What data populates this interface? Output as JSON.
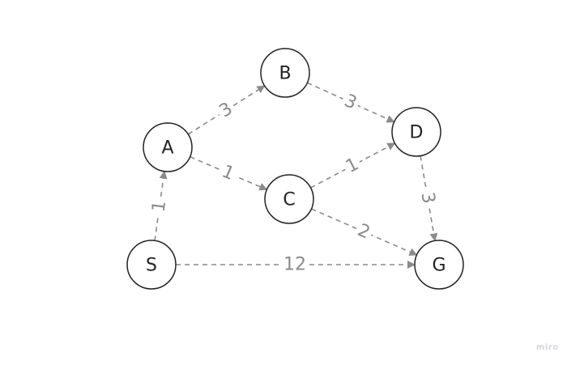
{
  "graph": {
    "nodes": [
      {
        "id": "S",
        "label": "S"
      },
      {
        "id": "A",
        "label": "A"
      },
      {
        "id": "B",
        "label": "B"
      },
      {
        "id": "C",
        "label": "C"
      },
      {
        "id": "D",
        "label": "D"
      },
      {
        "id": "G",
        "label": "G"
      }
    ],
    "edges": [
      {
        "from": "S",
        "to": "A",
        "weight": "1"
      },
      {
        "from": "A",
        "to": "B",
        "weight": "3"
      },
      {
        "from": "A",
        "to": "C",
        "weight": "1"
      },
      {
        "from": "B",
        "to": "D",
        "weight": "3"
      },
      {
        "from": "C",
        "to": "D",
        "weight": "1"
      },
      {
        "from": "C",
        "to": "G",
        "weight": "2"
      },
      {
        "from": "D",
        "to": "G",
        "weight": "3"
      },
      {
        "from": "S",
        "to": "G",
        "weight": "12"
      }
    ],
    "edge_color": "#8a8a8a",
    "node_stroke": "#222222"
  },
  "watermark": "miro"
}
